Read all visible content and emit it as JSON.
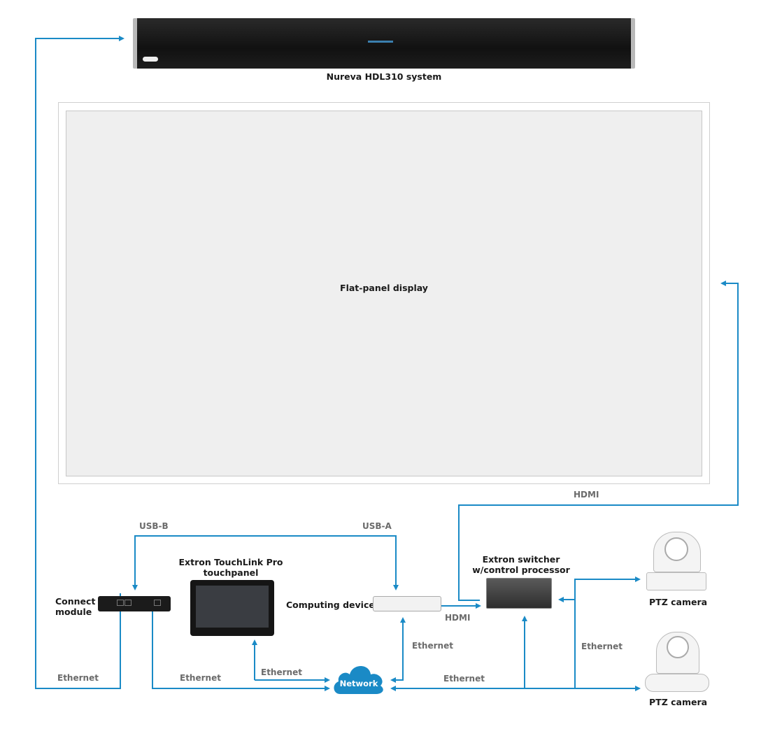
{
  "diagram": {
    "accent_color": "#1a8ac6",
    "devices": {
      "soundbar": {
        "label": "Nureva HDL310 system"
      },
      "display": {
        "label": "Flat-panel display"
      },
      "connect_module": {
        "label_line1": "Connect",
        "label_line2": "module"
      },
      "touchpanel": {
        "label_line1": "Extron TouchLink Pro",
        "label_line2": "touchpanel"
      },
      "computing_device": {
        "label": "Computing device"
      },
      "switcher": {
        "label_line1": "Extron switcher",
        "label_line2": "w/control processor"
      },
      "camera_1": {
        "label": "PTZ camera"
      },
      "camera_2": {
        "label": "PTZ camera"
      },
      "network": {
        "label": "Network"
      }
    },
    "connections": {
      "usb_b": "USB-B",
      "usb_a": "USB-A",
      "hdmi_display": "HDMI",
      "hdmi_computer": "HDMI",
      "eth_soundbar": "Ethernet",
      "eth_connect": "Ethernet",
      "eth_touchpanel": "Ethernet",
      "eth_computer": "Ethernet",
      "eth_switcher": "Ethernet",
      "eth_cameras": "Ethernet"
    }
  }
}
